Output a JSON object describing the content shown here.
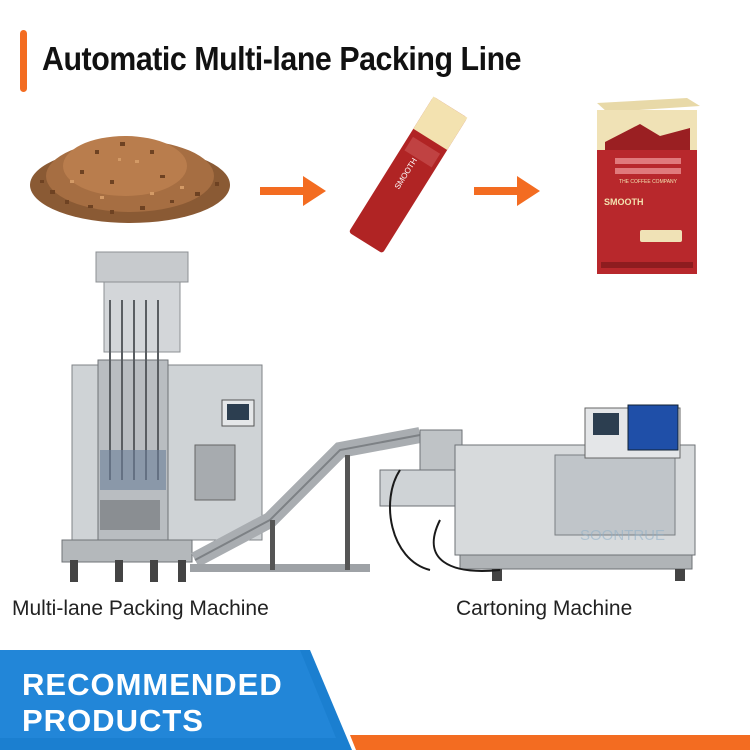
{
  "title": "Automatic Multi-lane Packing Line",
  "labels": {
    "packing_machine": "Multi-lane Packing Machine",
    "cartoning_machine": "Cartoning Machine"
  },
  "banner": {
    "line1": "RECOMMENDED",
    "line2": "PRODUCTS"
  },
  "product": {
    "stick_text": "SMOOTH",
    "box_text": "SMOOTH",
    "box_subtitle": "THE COFFEE COMPANY"
  },
  "watermark": "SOONTRUE",
  "colors": {
    "accent": "#f36c21",
    "banner_blue": "#1b7fd0",
    "product_red": "#b8282c"
  },
  "icons": [
    "arrow-right-icon",
    "arrow-right-icon"
  ]
}
